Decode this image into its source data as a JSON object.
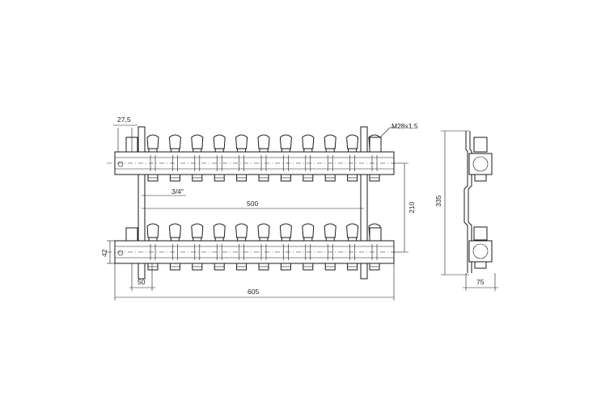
{
  "dimensions": {
    "offset_top": "27,5",
    "thread": "M28x1,5",
    "connection": "3/4\"",
    "center_distance": "500",
    "header_spacing": "210",
    "height": "335",
    "header_height": "42",
    "end_offset": "50",
    "overall_length": "605",
    "depth": "75"
  },
  "outlets_per_header": 11
}
